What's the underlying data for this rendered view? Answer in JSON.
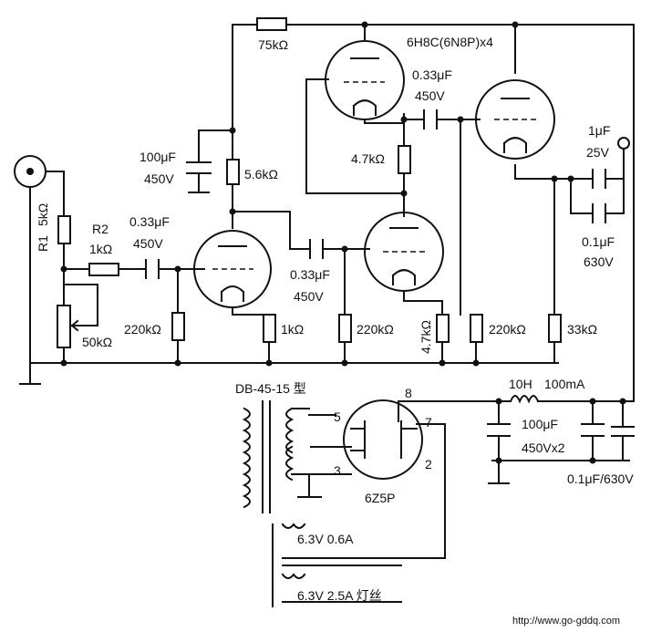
{
  "tube_note": "6H8C(6N8P)x4",
  "resistors": {
    "r_75k": "75kΩ",
    "r_5k6": "5.6kΩ",
    "r_4k7_top": "4.7kΩ",
    "r1_name": "R1",
    "r1_value": "5kΩ",
    "r2_name": "R2",
    "r2_value": "1kΩ",
    "pot_50k": "50kΩ",
    "r_220k_1": "220kΩ",
    "r_1k": "1kΩ",
    "r_220k_2": "220kΩ",
    "r_4k7_bottom": "4.7kΩ",
    "r_220k_3": "220kΩ",
    "r_33k": "33kΩ"
  },
  "capacitors": {
    "c_100u_value": "100μF",
    "c_100u_voltage": "450V",
    "c_033_a_value": "0.33μF",
    "c_033_a_voltage": "450V",
    "c_033_b_value": "0.33μF",
    "c_033_b_voltage": "450V",
    "c_033_c_value": "0.33μF",
    "c_033_c_voltage": "450V",
    "c_1u_value": "1μF",
    "c_1u_voltage": "25V",
    "c_01_value": "0.1μF",
    "c_01_voltage": "630V"
  },
  "power": {
    "transformer": "DB-45-15 型",
    "pin_8": "8",
    "pin_7": "7",
    "pin_5": "5",
    "pin_3": "3",
    "pin_2": "2",
    "rectifier": "6Z5P",
    "choke": "10H",
    "choke_current": "100mA",
    "filter_value": "100μF",
    "filter_voltage": "450Vx2",
    "filter_bypass": "0.1μF/630V",
    "winding_1": "6.3V  0.6A",
    "winding_2": "6.3V  2.5A  灯丝"
  },
  "watermark": "http://www.go-gddq.com"
}
